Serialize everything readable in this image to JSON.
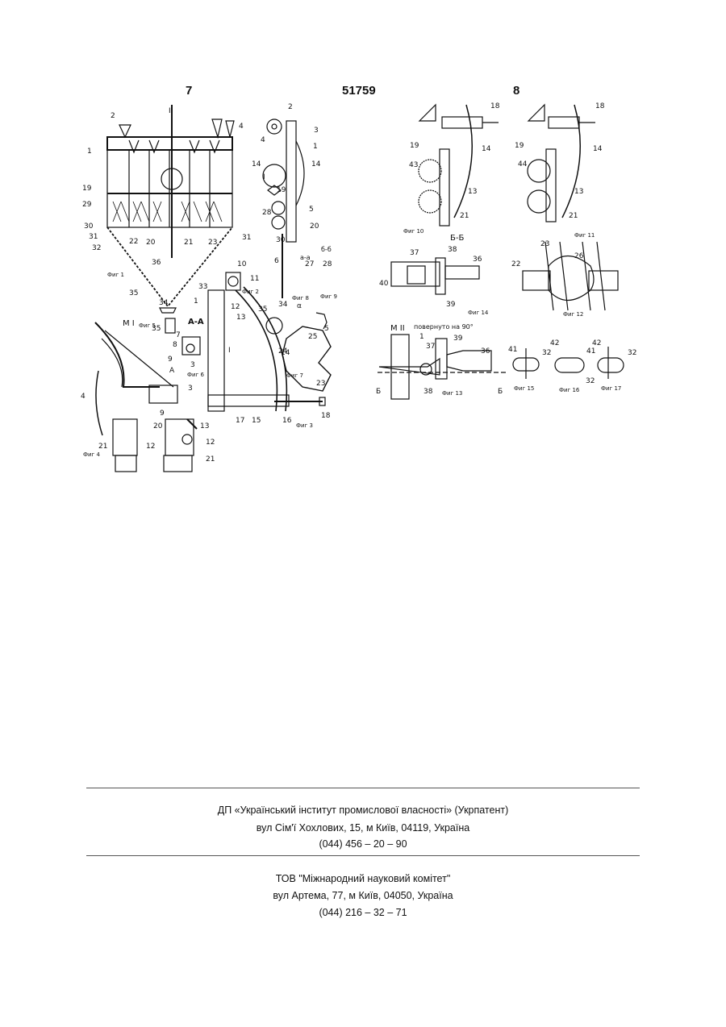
{
  "header": {
    "left_page": "7",
    "patent_number": "51759",
    "right_page": "8"
  },
  "figures": {
    "fig1": "Фиг 1",
    "fig2": "Фиг 2",
    "fig3": "Фиг 3",
    "fig4": "Фиг 4",
    "fig5": "Фиг 5",
    "fig6": "Фиг 6",
    "fig7": "Фиг 7",
    "fig8": "Фиг 8",
    "fig9": "Фиг 9",
    "fig10": "Фиг 10",
    "fig11": "Фиг 11",
    "fig12": "Фиг 12",
    "fig13": "Фиг 13",
    "fig14": "Фиг 14",
    "fig15": "Фиг 15",
    "fig16": "Фиг 16",
    "fig17": "Фиг 17"
  },
  "section_labels": {
    "aa": "А-А",
    "bb": "Б-Б",
    "bb_small": "б-б",
    "aa_small": "а-а",
    "m1": "М І",
    "m2": "М ІІ",
    "rotated": "повернуто на 90°"
  },
  "footer": {
    "org1_name": "ДП «Український інститут промислової власності» (Укрпатент)",
    "org1_address": "вул  Сім'ї Хохлових, 15, м  Київ, 04119, Україна",
    "org1_phone": "(044) 456 – 20 –  90",
    "org2_name": "ТОВ \"Міжнародний науковий комітет\"",
    "org2_address": "вул  Артема, 77, м  Київ, 04050, Україна",
    "org2_phone": "(044) 216 – 32 – 71"
  }
}
